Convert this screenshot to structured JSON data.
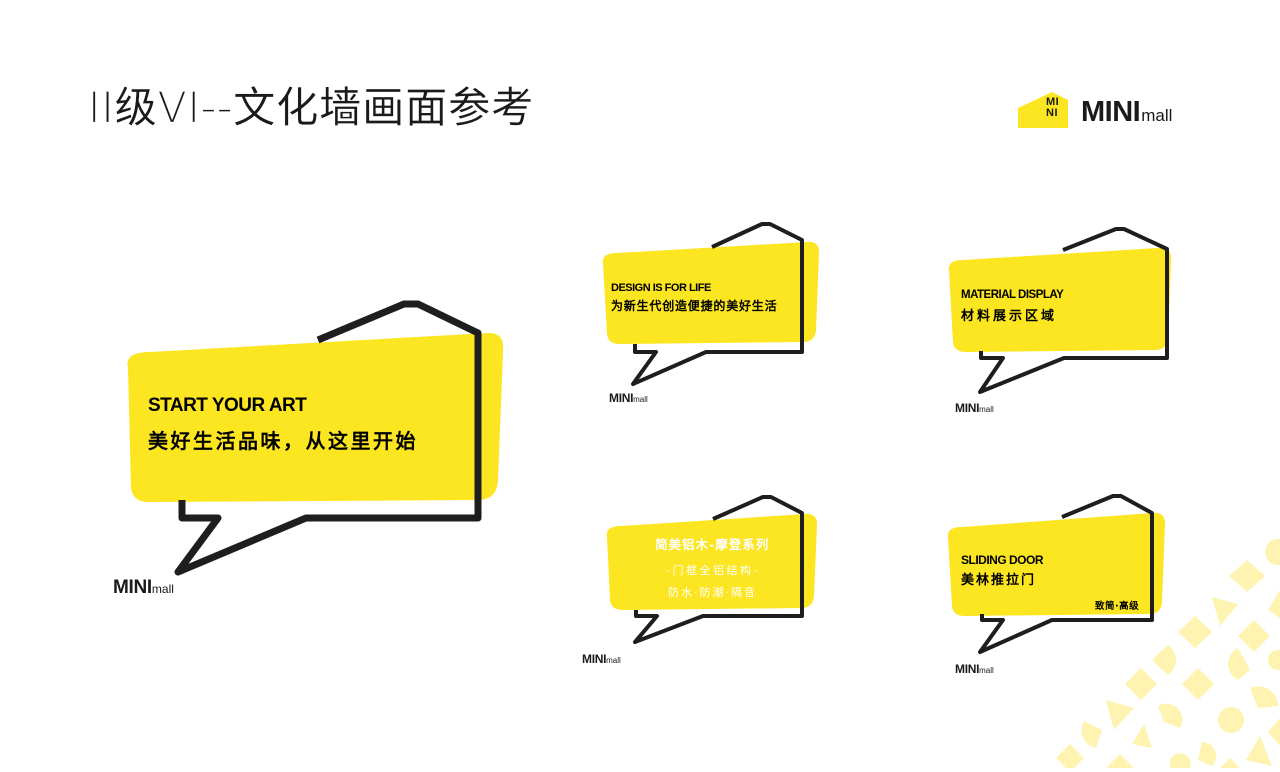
{
  "header": {
    "title": "II级VI--文化墙画面参考",
    "brand": {
      "badge_line1": "MI",
      "badge_line2": "NI",
      "word_big": "MINI",
      "word_small": "mall"
    }
  },
  "colors": {
    "accent_yellow": "#FCE521",
    "outline": "#1e1e1e",
    "pattern_yellow": "#FEF3B0",
    "text": "#111111"
  },
  "bubbles": [
    {
      "id": "start-your-art",
      "en": "START YOUR ART",
      "cn": "美好生活品味，从这里开始",
      "logo_big": "MINI",
      "logo_small": "mall"
    },
    {
      "id": "design-is-for-life",
      "en": "DESIGN IS FOR LIFE",
      "cn": "为新生代创造便捷的美好生活",
      "logo_big": "MINI",
      "logo_small": "mall"
    },
    {
      "id": "material-display",
      "en": "MATERIAL DISPLAY",
      "cn": "材料展示区域",
      "logo_big": "MINI",
      "logo_small": "mall"
    },
    {
      "id": "aluminum-wood",
      "title": "简美铝木-摩登系列",
      "line2": "-门框全铝结构-",
      "line3": "防水·防潮·隔音",
      "logo_big": "MINI",
      "logo_small": "mall"
    },
    {
      "id": "sliding-door",
      "en": "SLIDING DOOR",
      "cn": "美林推拉门",
      "tag": "致简·高级",
      "logo_big": "MINI",
      "logo_small": "mall"
    }
  ],
  "decoration": {
    "pattern": "yellow-geometric-shapes"
  }
}
